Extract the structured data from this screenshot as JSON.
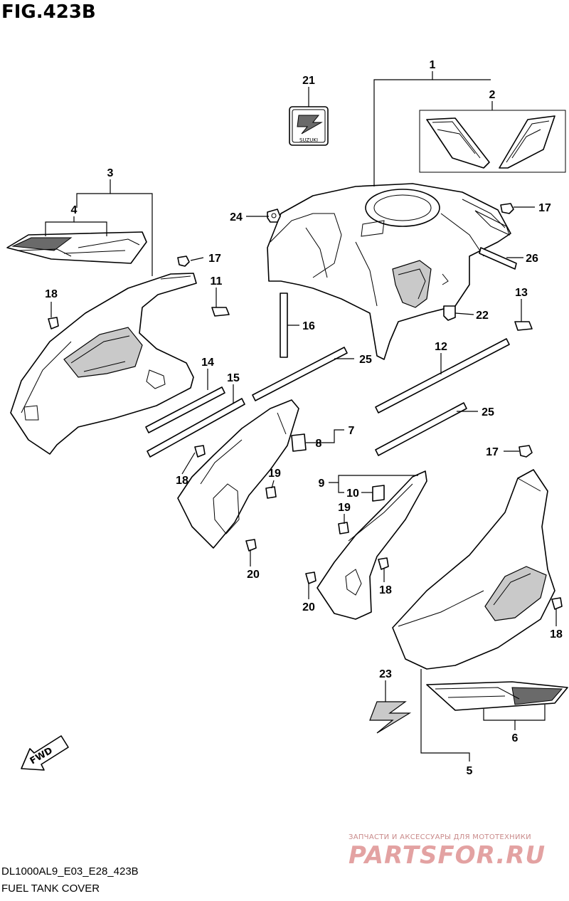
{
  "figure": {
    "title": "FIG.423B"
  },
  "footer": {
    "code": "DL1000AL9_E03_E28_423B",
    "name": "FUEL TANK COVER"
  },
  "watermark": {
    "tagline": "ЗАПЧАСТИ И АКСЕССУАРЫ ДЛЯ МОТОТЕХНИКИ",
    "brand": "PARTSFOR.RU"
  },
  "direction_label": "FWD",
  "emblem_text": "SUZUKI",
  "callouts": {
    "c1": "1",
    "c2": "2",
    "c3": "3",
    "c4": "4",
    "c5": "5",
    "c6": "6",
    "c7": "7",
    "c8": "8",
    "c9": "9",
    "c10": "10",
    "c11": "11",
    "c12": "12",
    "c13": "13",
    "c14": "14",
    "c15": "15",
    "c16": "16",
    "c17a": "17",
    "c17b": "17",
    "c17c": "17",
    "c18a": "18",
    "c18b": "18",
    "c18c": "18",
    "c18d": "18",
    "c19a": "19",
    "c19b": "19",
    "c20a": "20",
    "c20b": "20",
    "c21": "21",
    "c22": "22",
    "c23": "23",
    "c24": "24",
    "c25a": "25",
    "c25b": "25",
    "c26": "26"
  }
}
